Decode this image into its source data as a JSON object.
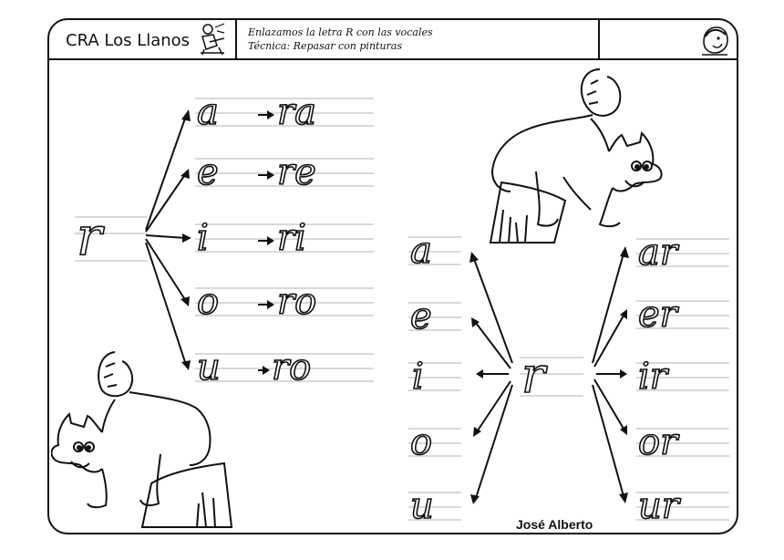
{
  "header": {
    "school": "CRA Los Llanos",
    "line1": "Enlazamos la letra R con las vocales",
    "line2": "Técnica: Repasar con pinturas"
  },
  "left_panel": {
    "consonant": "r",
    "vowels": [
      "a",
      "e",
      "i",
      "o",
      "u"
    ],
    "syllables": [
      "ra",
      "re",
      "ri",
      "ro",
      "ro"
    ]
  },
  "right_panel": {
    "consonant": "r",
    "vowels": [
      "a",
      "e",
      "i",
      "o",
      "u"
    ],
    "syllables": [
      "ar",
      "er",
      "ir",
      "or",
      "ur"
    ]
  },
  "footer": {
    "author": "José Alberto"
  },
  "icons": [
    "writing-child-icon",
    "child-face-icon",
    "fox-illustration"
  ]
}
